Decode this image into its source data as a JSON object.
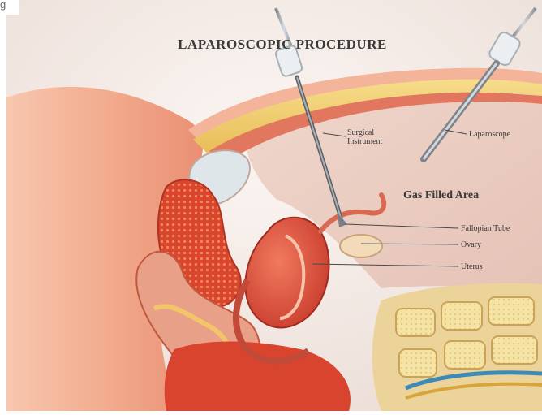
{
  "corner_mark": "g",
  "title": "LAPAROSCOPIC PROCEDURE",
  "region_label": "Gas Filled Area",
  "labels": {
    "surgical_instrument_line1": "Surgical",
    "surgical_instrument_line2": "Instrument",
    "laparoscope": "Laparoscope",
    "fallopian_tube": "Fallopian Tube",
    "ovary": "Ovary",
    "uterus": "Uterus"
  },
  "colors": {
    "poster_background": "#f3ece8",
    "skin": "#f4b49a",
    "fat_layer": "#f1cf78",
    "muscle": "#e2503c",
    "gas_area": "#f1dcd3",
    "instrument": "#9aa0a6",
    "bone": "#f5e9b5",
    "label_text": "#3a3a3a"
  }
}
